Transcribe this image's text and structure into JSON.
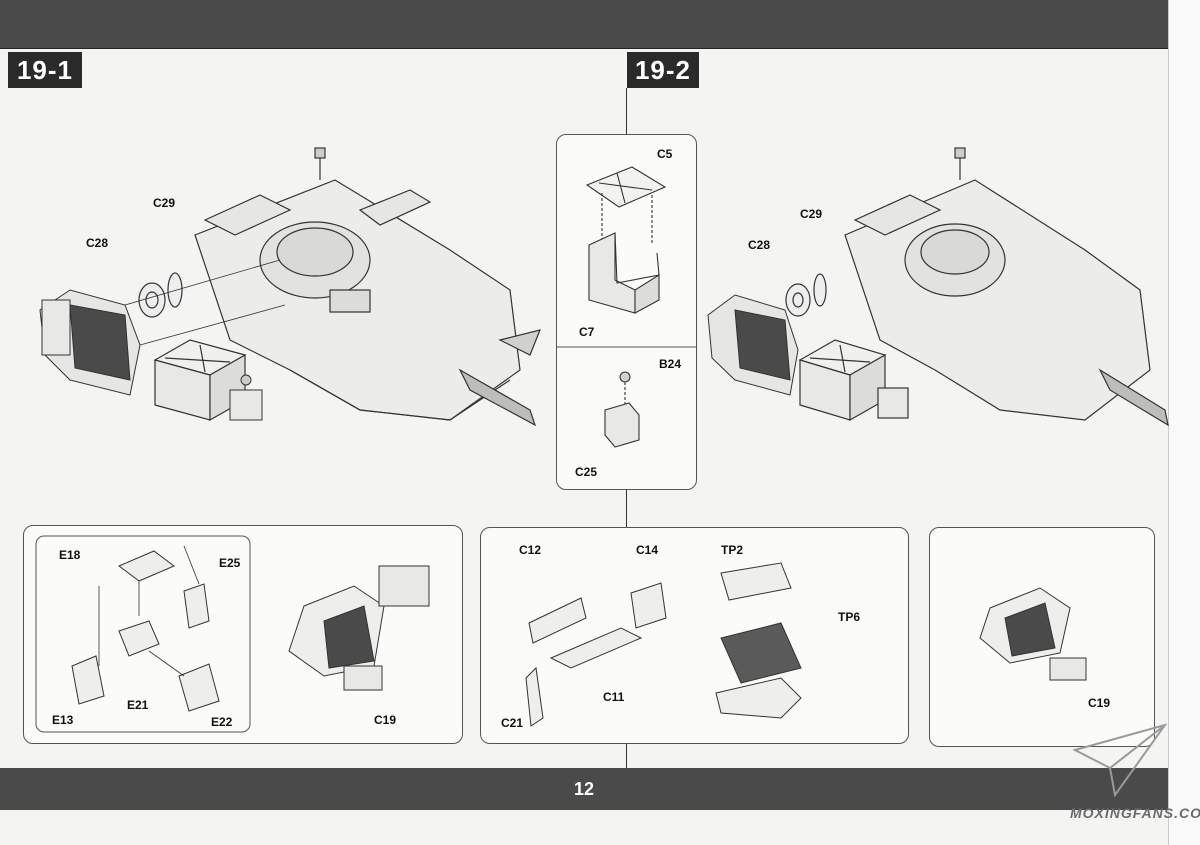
{
  "steps": {
    "step1": "19-1",
    "step2": "19-2"
  },
  "main_labels": {
    "left_c28": "C28",
    "left_c29": "C29",
    "right_c28": "C28",
    "right_c29": "C29"
  },
  "center_panel": {
    "upper": {
      "c5": "C5",
      "c7": "C7"
    },
    "lower": {
      "b24": "B24",
      "c25": "C25"
    }
  },
  "bottom_left_panel": {
    "e18": "E18",
    "e25": "E25",
    "e13": "E13",
    "e21": "E21",
    "e22": "E22",
    "c19": "C19"
  },
  "bottom_mid_panel": {
    "c12": "C12",
    "c14": "C14",
    "c11": "C11",
    "c21": "C21",
    "tp2": "TP2",
    "tp6": "TP6"
  },
  "bottom_right_panel": {
    "c19": "C19"
  },
  "page_number": "12",
  "watermark": "MOXINGFANS.COM",
  "colors": {
    "bar": "#4a4a4a",
    "label_bg": "#2a2a2a",
    "line": "#333333"
  }
}
